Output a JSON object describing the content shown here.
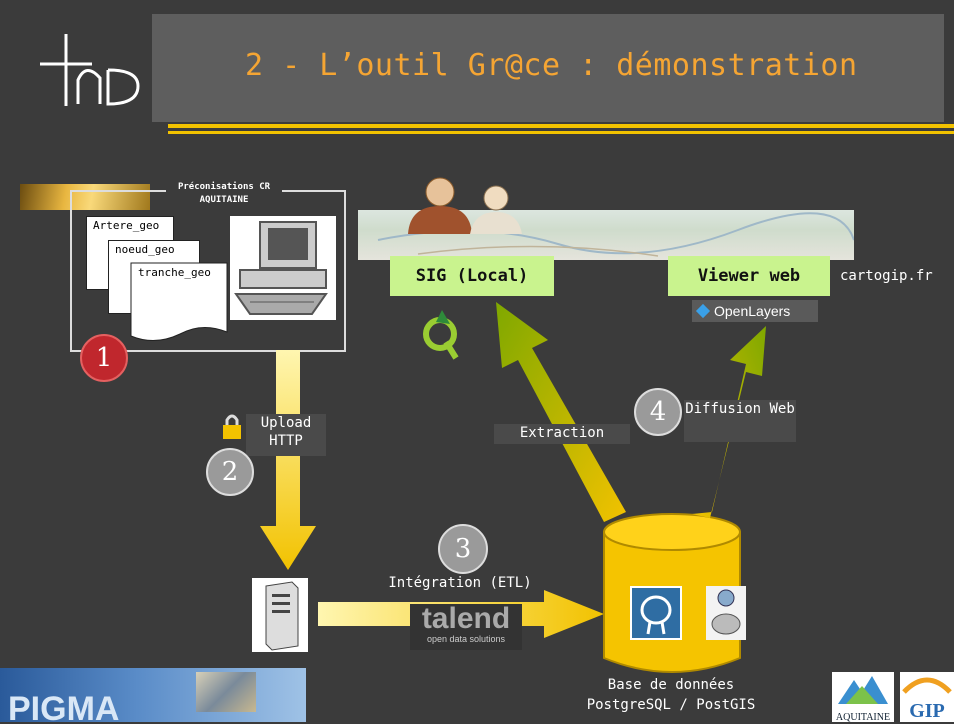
{
  "title": "2 - L’outil Gr@ce : démonstration",
  "preconisations": "Préconisations CR AQUITAINE",
  "docs": [
    "Artere_geo",
    "noeud_geo",
    "tranche_geo"
  ],
  "steps": [
    "1",
    "2",
    "3",
    "4"
  ],
  "upload": "Upload HTTP",
  "sig_local": "SIG (Local)",
  "viewer_web": "Viewer web",
  "cartogip": "cartogip.fr",
  "openlayers": "OpenLayers",
  "extraction": "Extraction",
  "diffusion": "Diffusion Web",
  "integration": "Intégration (ETL)",
  "talend": "talend",
  "talend_sub": "open data solutions",
  "database": "Base de données",
  "database_sub": "PostgreSQL / PostGIS",
  "pigma": "PIGMA",
  "aquitaine": "AQUITAINE",
  "gip": "GIP",
  "colors": {
    "title": "#f5a533",
    "accent": "#f2c200",
    "green": "#c9f38e",
    "cylinder": "#f5c400"
  }
}
